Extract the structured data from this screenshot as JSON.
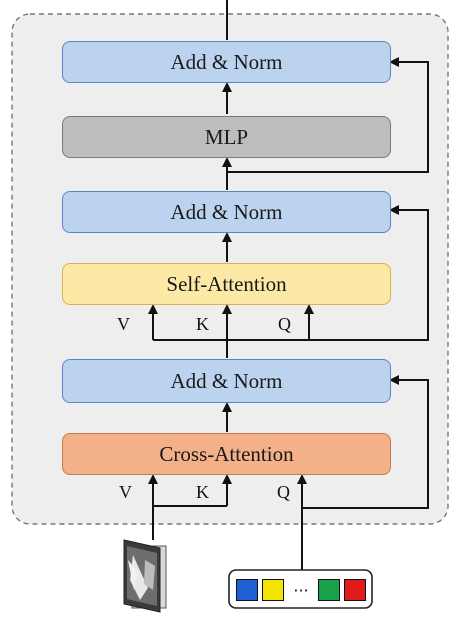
{
  "blocks": {
    "add_norm_top": "Add & Norm",
    "mlp": "MLP",
    "add_norm_mid": "Add & Norm",
    "self_attention": "Self-Attention",
    "add_norm_low": "Add & Norm",
    "cross_attention": "Cross-Attention"
  },
  "ports": {
    "self_v": "V",
    "self_k": "K",
    "self_q": "Q",
    "cross_v": "V",
    "cross_k": "K",
    "cross_q": "Q"
  },
  "token_colors": [
    "#1f5fd6",
    "#f2e600",
    "#18a04a",
    "#e01b1b"
  ],
  "token_ellipsis": "···"
}
